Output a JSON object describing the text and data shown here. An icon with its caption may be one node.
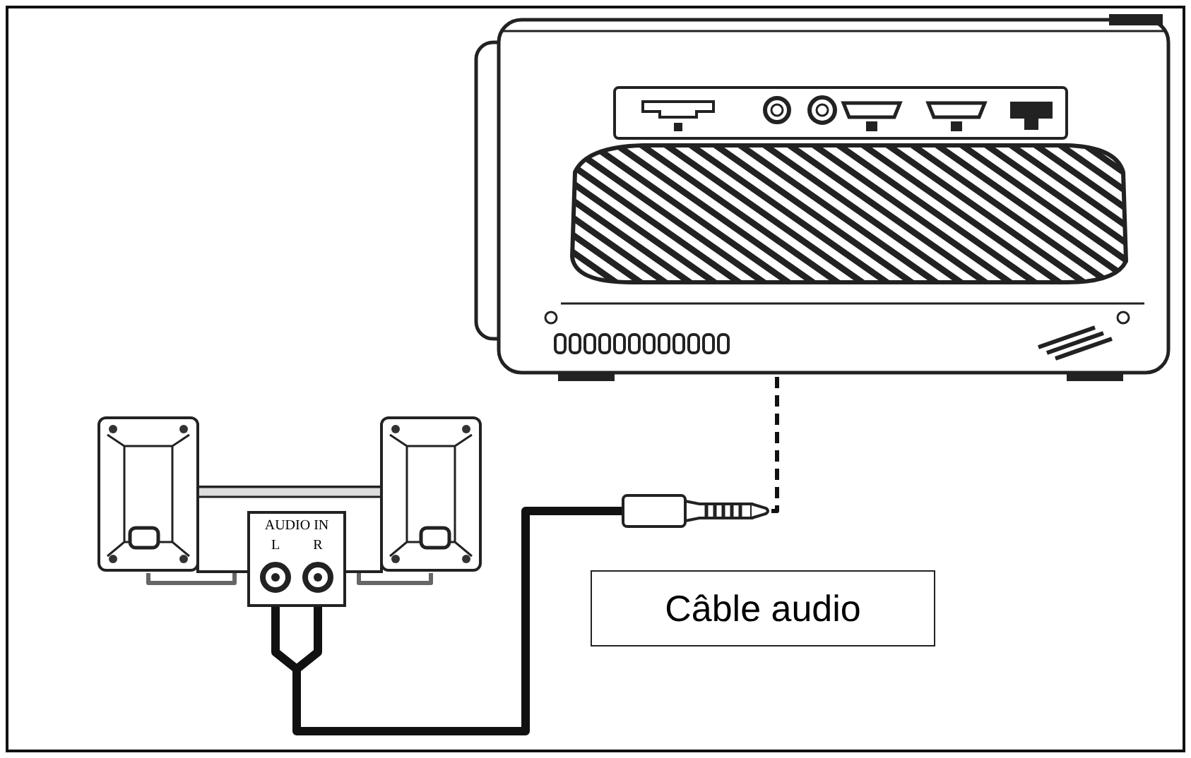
{
  "diagram": {
    "nodes": [
      {
        "text": [],
        "shape": "picture"
      },
      {
        "text": [],
        "shape": "circle",
        "in": 0
      },
      {
        "text": [],
        "shape": "picture"
      },
      {
        "text": [
          "AUDIO IN",
          "L",
          "R"
        ]
      },
      {
        "text": [],
        "shape": "picture"
      },
      {
        "text": [],
        "shape": "picture"
      },
      {
        "text": [
          "Câble audio"
        ]
      }
    ],
    "edges": [
      {
        "from": 5,
        "to": 1,
        "arrow": "to",
        "style": "dashed"
      },
      {
        "from": 3,
        "to": 5,
        "arrow": "none",
        "style": "thick"
      },
      {
        "from": 2,
        "to": 3,
        "arrow": "none"
      },
      {
        "from": 4,
        "to": 3,
        "arrow": "none"
      }
    ]
  }
}
